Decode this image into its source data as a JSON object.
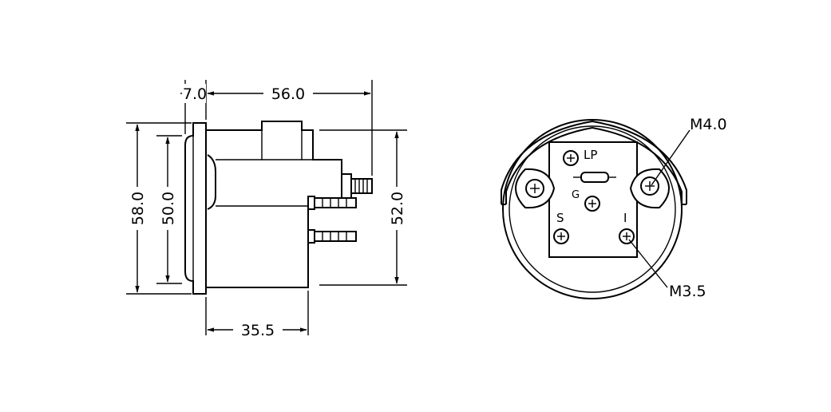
{
  "dimensions": {
    "flange": "7.0",
    "total_depth": "56.0",
    "outer_diameter": "58.0",
    "body_diameter": "50.0",
    "rear_height": "52.0",
    "housing_depth": "35.5"
  },
  "callouts": {
    "mount_stud": "M4.0",
    "terminal_screw": "M3.5"
  },
  "terminals": {
    "lp": "LP",
    "g": "G",
    "s": "S",
    "i": "I"
  }
}
